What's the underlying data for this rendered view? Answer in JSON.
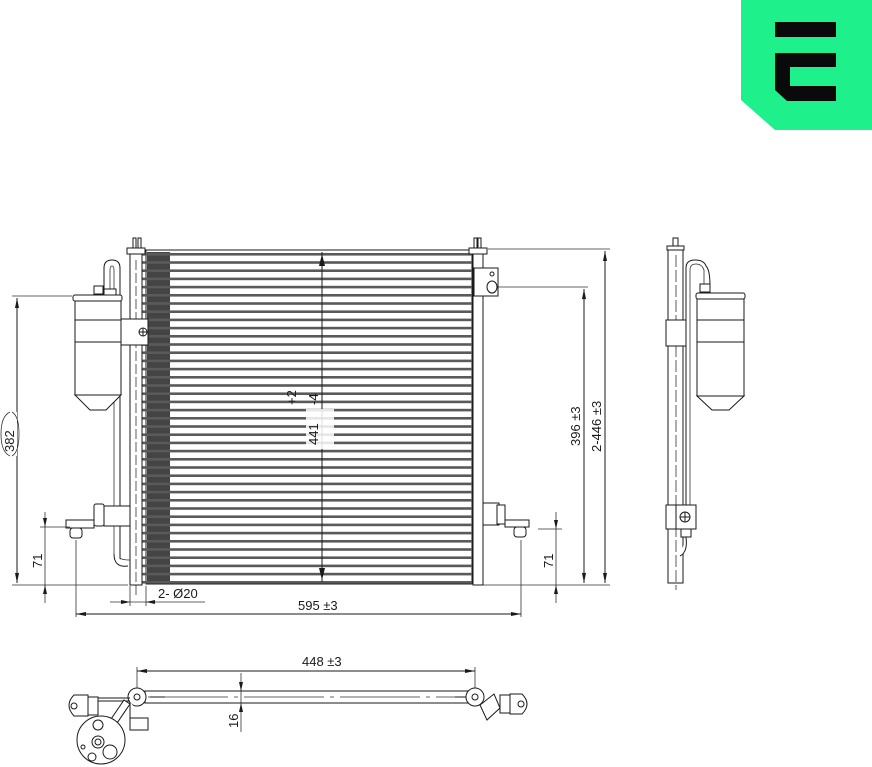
{
  "logo": {
    "name": "brand-logo",
    "letter": "E",
    "background_color": "#1EF08C",
    "glyph_color": "#0A0A0A"
  },
  "front_view": {
    "dimensions": {
      "overall_height_ref": "382",
      "core_height": "441",
      "core_height_tol_upper": "+2",
      "core_height_tol_lower": "-4",
      "mount_height": "396 ±3",
      "overall_height": "2-446 ±3",
      "bracket_offset_left": "71",
      "bracket_offset_right": "71",
      "hole_diameter": "2- Ø20",
      "overall_width": "595 ±3"
    },
    "tube_count": 40
  },
  "side_view": {
    "label": "side-view-with-receiver-drier"
  },
  "top_view": {
    "dimensions": {
      "tube_length": "448 ±3",
      "core_depth": "16"
    }
  },
  "colors": {
    "line": "#1a1a1a",
    "accent": "#1EF08C"
  }
}
